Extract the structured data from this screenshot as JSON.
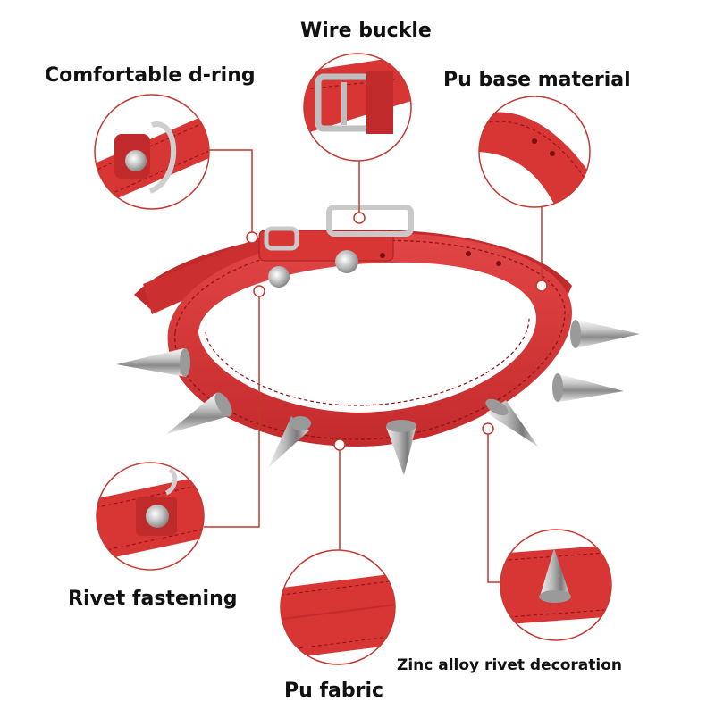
{
  "labels": {
    "wire_buckle": "Wire buckle",
    "d_ring": "Comfortable d-ring",
    "base_material": "Pu base material",
    "rivet_fastening": "Rivet fastening",
    "zinc_rivet": "Zinc alloy rivet decoration",
    "fabric": "Pu fabric"
  },
  "colors": {
    "leather": "#d93434",
    "leather_dark": "#a81e20",
    "stitch": "#8c1214",
    "metal": "#d9d9d9",
    "callout_line": "#c0392b",
    "circle_border": "#c43a32"
  }
}
